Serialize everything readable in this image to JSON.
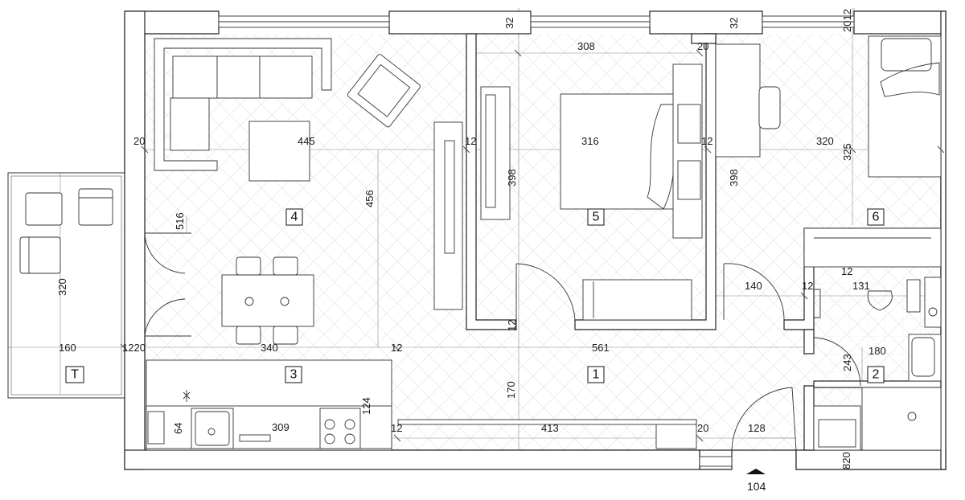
{
  "rooms": {
    "r1": "1",
    "r2": "2",
    "r3": "3",
    "r4": "4",
    "r5": "5",
    "r6": "6",
    "terrace": "T"
  },
  "dimensions": {
    "d_32_a": "32",
    "d_32_b": "32",
    "d_2012": "2012",
    "d_308": "308",
    "d_20_top": "20",
    "d_20_left": "20",
    "d_445": "445",
    "d_12_a": "12",
    "d_316": "316",
    "d_12_b": "12",
    "d_320_r": "320",
    "d_325": "325",
    "d_398_a": "398",
    "d_398_b": "398",
    "d_456": "456",
    "d_516": "516",
    "d_12_c": "12",
    "d_140": "140",
    "d_12_d": "12",
    "d_131": "131",
    "d_320_t": "320",
    "d_160": "160",
    "d_1220": "1220",
    "d_340": "340",
    "d_12_e": "12",
    "d_561": "561",
    "d_12_f": "12",
    "d_243": "243",
    "d_180": "180",
    "d_170": "170",
    "d_124": "124",
    "d_64": "64",
    "d_309": "309",
    "d_12_g": "12",
    "d_413": "413",
    "d_20_b": "20",
    "d_128": "128",
    "d_820": "820",
    "entrance": "104"
  }
}
